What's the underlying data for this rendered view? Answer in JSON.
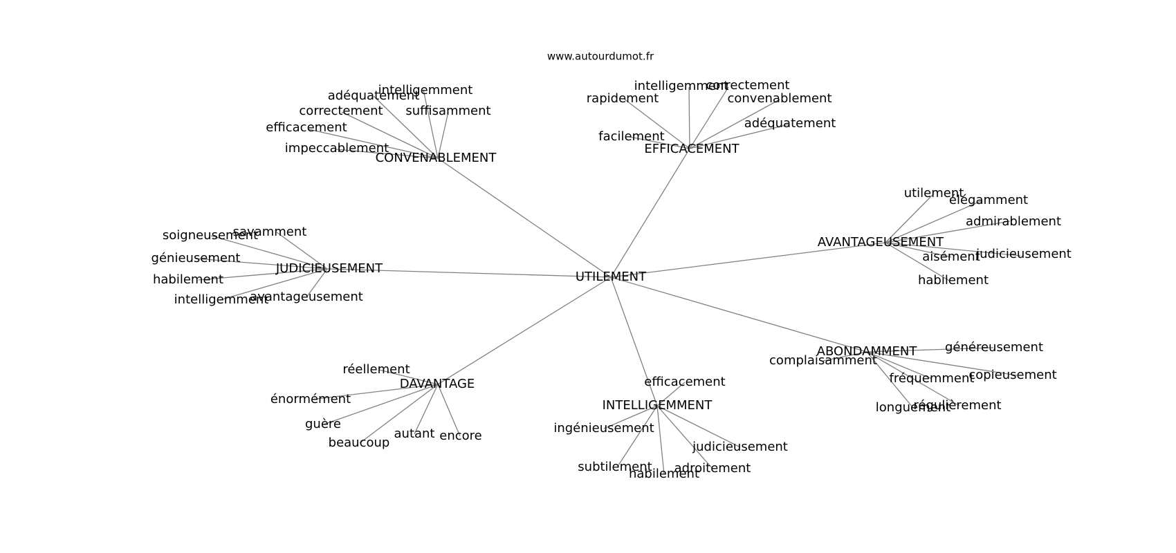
{
  "source_label": "www.autourdumot.fr",
  "center": "UTILEMENT",
  "hubs": [
    {
      "label": "CONVENABLEMENT",
      "leaves": [
        "intelligemment",
        "adéquatement",
        "correctement",
        "suffisamment",
        "efficacement",
        "impeccablement"
      ]
    },
    {
      "label": "EFFICACEMENT",
      "leaves": [
        "intelligemment",
        "correctement",
        "rapidement",
        "convenablement",
        "facilement",
        "adéquatement"
      ]
    },
    {
      "label": "AVANTAGEUSEMENT",
      "leaves": [
        "utilement",
        "élégamment",
        "admirablement",
        "judicieusement",
        "aisément",
        "habilement"
      ]
    },
    {
      "label": "JUDICIEUSEMENT",
      "leaves": [
        "savamment",
        "soigneusement",
        "génieusement",
        "habilement",
        "intelligemment",
        "avantageusement"
      ]
    },
    {
      "label": "ABONDAMMENT",
      "leaves": [
        "généreusement",
        "complaisamment",
        "copieusement",
        "fréquemment",
        "régulièrement",
        "longuement"
      ]
    },
    {
      "label": "DAVANTAGE",
      "leaves": [
        "réellement",
        "énormément",
        "guère",
        "beaucoup",
        "autant",
        "encore"
      ]
    },
    {
      "label": "INTELLIGEMMENT",
      "leaves": [
        "efficacement",
        "ingénieusement",
        "judicieusement",
        "subtilement",
        "adroitement",
        "habilement"
      ]
    }
  ]
}
